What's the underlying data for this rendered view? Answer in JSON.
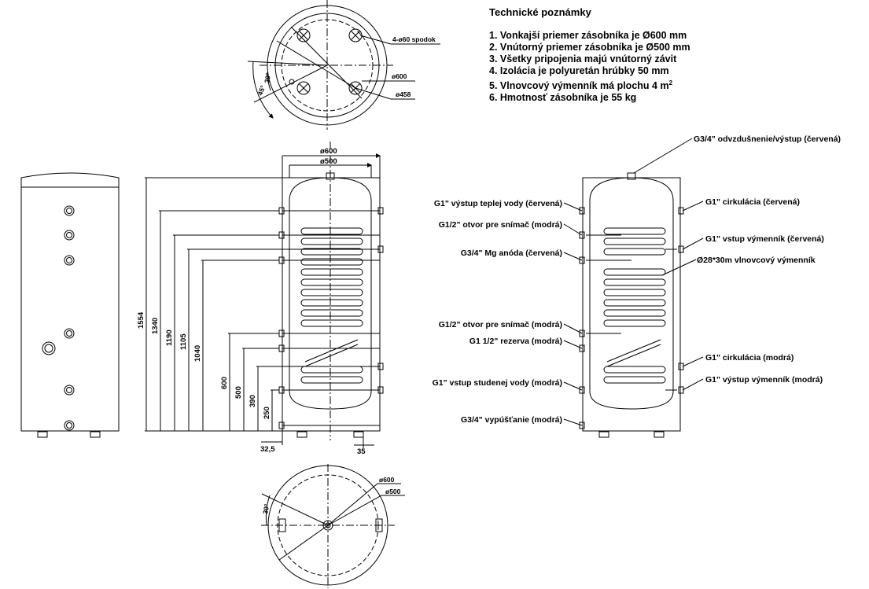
{
  "notes": {
    "title": "Technické poznámky",
    "items": [
      "1. Vonkajší priemer zásobníka je Ø600 mm",
      "2. Vnútorný priemer zásobníka je Ø500 mm",
      "3. Všetky pripojenia majú vnútorný závit",
      "4. Izolácia je polyuretán hrúbky 50 mm",
      "5. Vlnovcový výmenník má plochu 4 m",
      "6. Hmotnosť zásobníka je 55 kg"
    ],
    "item5_sup": "2"
  },
  "top_view": {
    "holes": "4-ø60 spodok",
    "outer": "ø600",
    "inner": "ø458",
    "angle1": "30°",
    "angle2": "45°"
  },
  "section": {
    "d_outer": "ø600",
    "d_inner": "ø500",
    "heights": [
      "1554",
      "1340",
      "1190",
      "1105",
      "1040",
      "600",
      "500",
      "390",
      "250"
    ],
    "bottom_left": "32,5",
    "bottom_right": "35"
  },
  "bottom_view": {
    "outer": "ø600",
    "inner": "ø500",
    "angle": "30°"
  },
  "labels_left": [
    "G1\" výstup teplej vody (červená)",
    "G1/2\" otvor pre snímač (modrá)",
    "G3/4\" Mg anóda (červená)",
    "G1/2\" otvor pre snímač (modrá)",
    "G1 1/2\" rezerva (modrá)",
    "G1\" vstup studenej vody (modrá)",
    "G3/4\" vypúšťanie (modrá)"
  ],
  "labels_right": [
    "G3/4\" odvzdušnenie/výstup (červená)",
    "G1\" cirkulácia (červená)",
    "G1\" vstup výmenník (červená)",
    "Ø28*30m vlnovcový výmenník",
    "G1\" cirkulácia (modrá)",
    "G1\" výstup výmenník (modrá)"
  ]
}
